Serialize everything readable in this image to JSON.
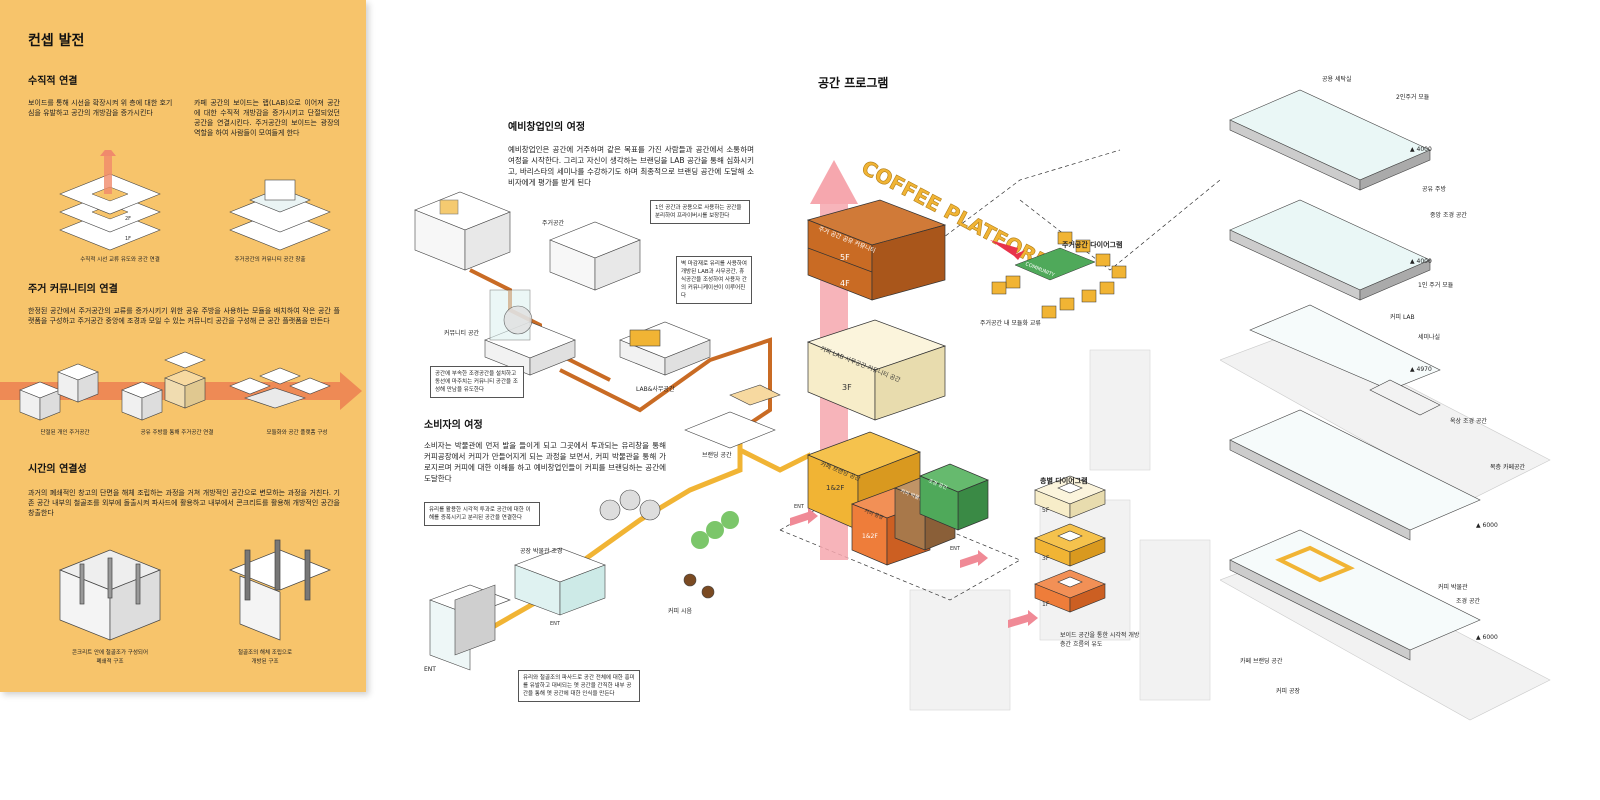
{
  "left": {
    "title": "컨셉 발전",
    "vertical": {
      "heading": "수직적 연결",
      "para1": "보이드를 통해 시선을 확장시켜 위 층에 대한 호기심을 유발하고 공간의 개방감을 증가시킨다",
      "para2": "카페 공간의 보이드는 랩(LAB)으로 이어져 공간에 대한 수직적 개방감을 증가시키고 단절되었던 공간을 연결시킨다. 주거공간의 보이드는 광장의 역할을 하여 사람들이 모여들게 한다",
      "cap1": "수직적 시선 교류 유도와 공간 연결",
      "cap2": "주거공간의 커뮤니티 공간 창출",
      "floor_2f": "2F",
      "floor_1f": "1F"
    },
    "community": {
      "heading": "주거 커뮤니티의 연결",
      "para": "한정된 공간에서 주거공간의 교류를 증가시키기 위한 공유 주방을 사용하는 모듈을 배치하여 작은 공간 플랫폼을 구성하고 주거공간 중앙에 조경과 모일 수 있는 커뮤니티 공간을 구성해 큰 공간 플랫폼을 만든다",
      "cap1": "단절된 개인 주거공간",
      "cap2": "공유 주방을 통해 주거공간 연결",
      "cap3": "모듈화와 공간 플랫폼 구성"
    },
    "time": {
      "heading": "시간의 연결성",
      "para": "과거의 폐쇄적인 창고의 단면을 해체 조립하는 과정을 거쳐 개방적인 공간으로 변모하는 과정을 거친다. 기존 공간 내부의 철골조를 외부에 돌출시켜 파사드에 활용하고 내부에서 콘크리트를 활용해 개방적인 공간을 창출한다",
      "cap1a": "콘크리트 안에 철골조가 구성되어",
      "cap1b": "폐쇄적 구조",
      "cap2a": "철골조의 해체 조립으로",
      "cap2b": "개방된 구조"
    }
  },
  "middle": {
    "entrepreneur": {
      "heading": "예비창업인의 여정",
      "para": "예비창업인은 공간에 거주하며 같은 목표를 가진 사람들과 공간에서 소통하며 여정을 시작한다. 그리고 자신이 생각하는 브랜딩을 LAB 공간을 통해 심화시키고, 바리스타의 세미나를 수강하기도 하며 최종적으로 브랜딩 공간에 도달해 소비자에게 평가를 받게 된다",
      "label_residence": "주거공간",
      "label_community": "커뮤니티 공간",
      "label_lab": "LAB&사무공간",
      "note1": "1인 공간과 공용으로 사용하는 공간을 분리하여 프라이버시를 보장한다",
      "note2": "벽 마감재로 유리를 사용하여 개방된 LAB과 사무공간, 휴식공간을 조성하여 사용자 간의 커뮤니케이션이 이루어진다",
      "note3": "공간에 부속한 조경공간을 설치하고 동선에 마주치는 커뮤니티 공간을 조성해 만남을 유도한다",
      "label_brand": "브랜딩 공간"
    },
    "consumer": {
      "heading": "소비자의 여정",
      "para": "소비자는 박물관에 먼저 발을 들이게 되고 그곳에서 투과되는 유리창을 통해 커피공장에서 커피가 만들어지게 되는 과정을 보면서, 커피 박물관을 통해 가로지르며 커피에 대한 이해를 하고 예비창업인들이 커피를 브랜딩하는 공간에 도달한다",
      "note1": "유리를 활용한 시각적 투과로 공간에 대한 이해를 증폭시키고 분리된 공간을 연결한다",
      "note2": "유리와 철골조의 파사드로 공간 전체에 대한 흥미를 유발하고 대비되는 옛 공간을 간직한 내부 공간을 통해 옛 공간에 대한 인식을 만든다",
      "label_museum": "공장 박물관 조경",
      "label_sale": "커피 시음",
      "ent": "ENT"
    }
  },
  "program": {
    "title": "공간 프로그램",
    "logo": "COFFEE PLATFORM",
    "block_5f_text": "주거 공간 공유 커뮤니티",
    "block_3f_text": "커피 LAB 사무공간 커뮤니티 공간",
    "block_1f_text": "카페 브랜딩 공간",
    "floor_5f": "5F",
    "floor_4f": "4F",
    "floor_3f": "3F",
    "floor_12f": "1&2F",
    "factory": "커피 공장",
    "museum": "커피 박물관",
    "landscape": "조경 공간",
    "ent": "ENT",
    "residence_diagram": "주거공간 다이어그램",
    "residence_sub": "주거공간 내 모듈화 교류",
    "community": "COMMUNITY",
    "floor_diagram": "층별 다이어그램",
    "floor_sub": "보이드 공간을 통한 시각적 개방 층간 흐름의 유도",
    "d5f": "5F",
    "d3f": "3F",
    "d1f": "1F"
  },
  "right": {
    "labels": [
      "공용 세탁실",
      "2인주거 모듈",
      "공유 주방",
      "중앙 조경 공간",
      "1인 주거 모듈",
      "커피 LAB",
      "세미나실",
      "옥상 조경 공간",
      "복층 카페공간",
      "커피 박물관",
      "조경 공간",
      "카페 브랜딩 공간",
      "커피 공장"
    ],
    "levels": [
      "▲ 4000",
      "▲ 4000",
      "▲ 4970",
      "▲ 6000",
      "▲ 6000"
    ]
  },
  "colors": {
    "panel": "#f7c46b",
    "brown": "#c96b24",
    "cream": "#f7edc9",
    "yellow": "#f1b434",
    "orange": "#ee7d3a",
    "tan": "#a8784a",
    "green": "#4fa95a",
    "pink": "#f6a7ae",
    "teal": "#9fdcd6"
  }
}
